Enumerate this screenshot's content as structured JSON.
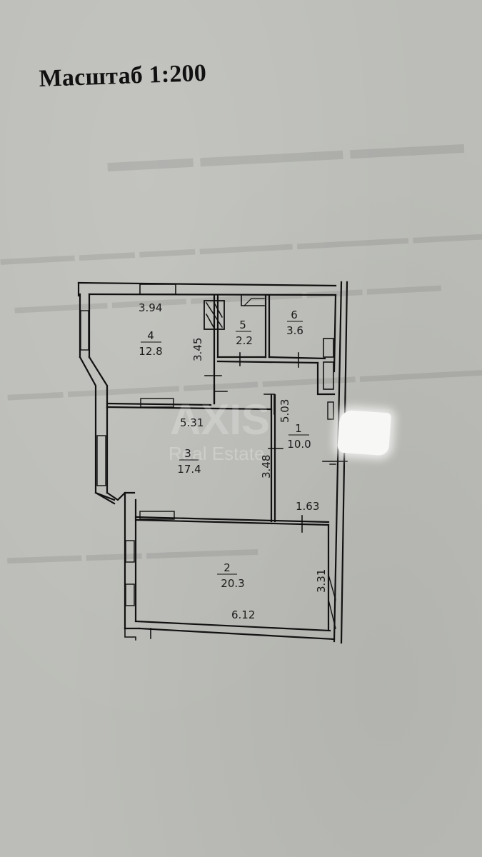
{
  "document": {
    "scale_label": "Масштаб 1:200",
    "watermark": {
      "brand": "AXIS",
      "subtitle": "Real Estate"
    }
  },
  "floor_plan": {
    "rooms": [
      {
        "number": "1",
        "area": "10.0"
      },
      {
        "number": "2",
        "area": "20.3"
      },
      {
        "number": "3",
        "area": "17.4"
      },
      {
        "number": "4",
        "area": "12.8"
      },
      {
        "number": "5",
        "area": "2.2"
      },
      {
        "number": "6",
        "area": "3.6"
      }
    ],
    "dimensions": {
      "room4_width": "3.94",
      "room4_depth": "3.45",
      "room3_width": "5.31",
      "room3_depth": "3.48",
      "room1_length": "5.03",
      "room1_width": "1.63",
      "room2_width": "6.12",
      "room2_depth": "3.31"
    }
  }
}
